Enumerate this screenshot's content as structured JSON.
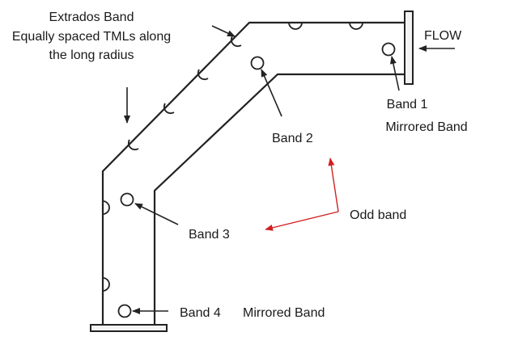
{
  "labels": {
    "extrados_line1": "Extrados Band",
    "extrados_line2": "Equally spaced TMLs along",
    "extrados_line3": "the long radius",
    "flow": "FLOW",
    "band1": "Band 1",
    "band1_sub": "Mirrored Band",
    "band2": "Band 2",
    "band3": "Band 3",
    "band4": "Band 4",
    "band4_sub": "Mirrored Band",
    "odd_band": "Odd band"
  },
  "colors": {
    "line": "#222222",
    "odd_band_arrow": "#d42020"
  }
}
